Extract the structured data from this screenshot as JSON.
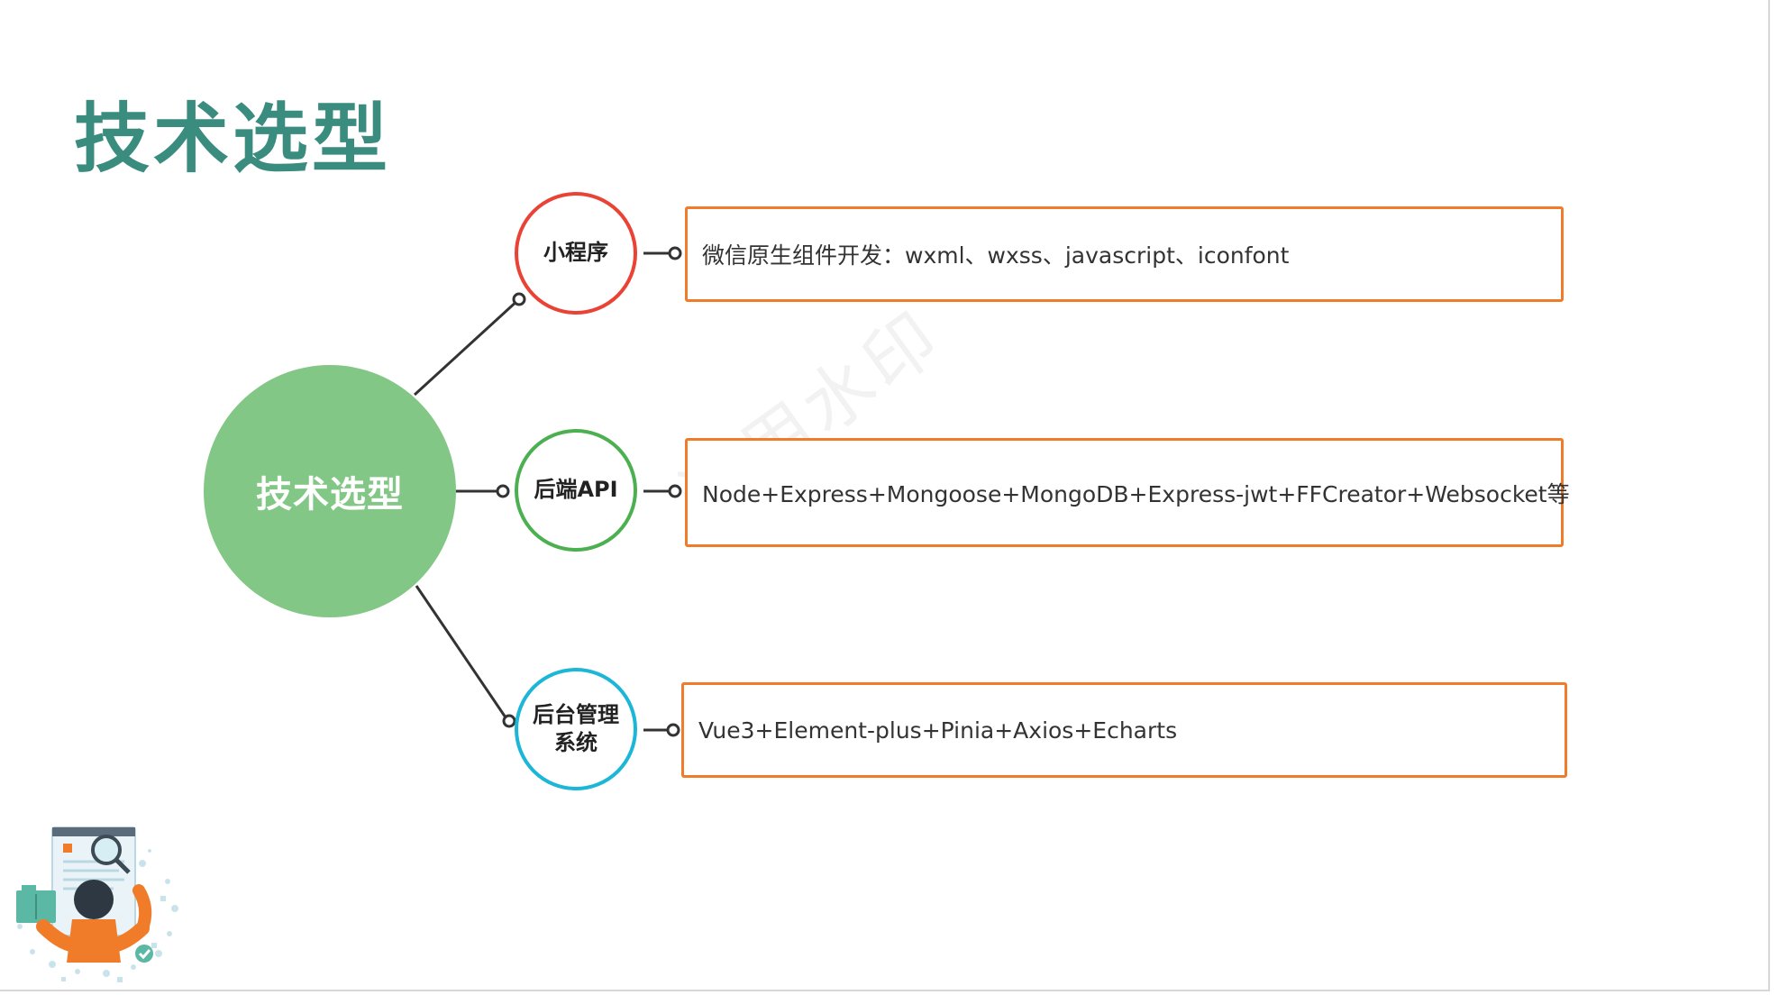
{
  "slide": {
    "title": "技术选型",
    "title_color": "#3a8d7e",
    "watermark": "试用水印"
  },
  "diagram": {
    "center": {
      "label": "技术选型",
      "color": "#82c785"
    },
    "branches": [
      {
        "label_lines": [
          "小程序"
        ],
        "border_color": "#ea4335",
        "detail": "微信原生组件开发：wxml、wxss、javascript、iconfont"
      },
      {
        "label_lines": [
          "后端API"
        ],
        "border_color": "#4caf50",
        "detail": "Node+Express+Mongoose+MongoDB+Express-jwt+FFCreator+Websocket等"
      },
      {
        "label_lines": [
          "后台管理",
          "系统"
        ],
        "border_color": "#1cb6d6",
        "detail": "Vue3+Element-plus+Pinia+Axios+Echarts"
      }
    ],
    "detail_border_color": "#f07c2a",
    "connector_color": "#333333"
  },
  "illustration": {
    "icon": "person-with-magnifier-illustration",
    "accent": "#f07c2a",
    "secondary": "#5bb8c9"
  }
}
